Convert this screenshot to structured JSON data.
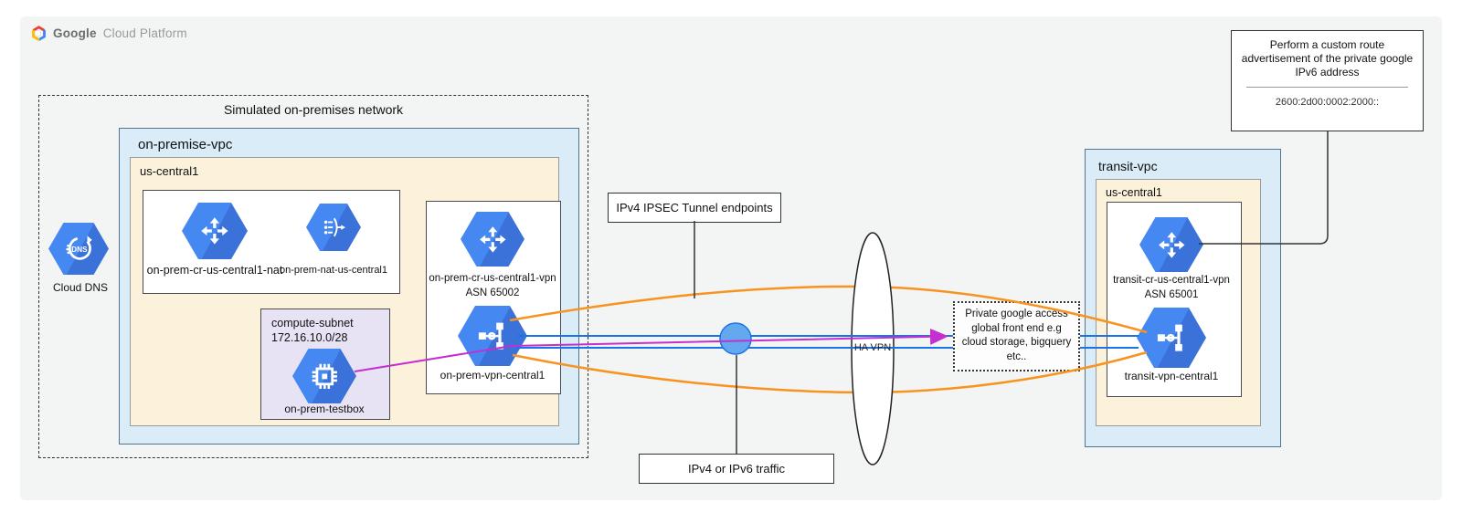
{
  "logo": {
    "part1": "Google",
    "part2": "Cloud Platform"
  },
  "onprem": {
    "title": "Simulated on-premises network",
    "vpc_label": "on-premise-vpc",
    "region_label": "us-central1",
    "router_nat_label": "on-prem-cr-us-central1-nat",
    "nat_label": "on-prem-nat-us-central1",
    "subnet": {
      "name": "compute-subnet",
      "cidr": "172.16.10.0/28",
      "vm_label": "on-prem-testbox"
    },
    "vpn_router_label": "on-prem-cr-us-central1-vpn",
    "vpn_router_asn": "ASN 65002",
    "vpn_gateway_label": "on-prem-vpn-central1"
  },
  "cloud_dns": {
    "label": "Cloud DNS"
  },
  "icons": {
    "dns_text": "DNS"
  },
  "callouts": {
    "ipsec": "IPv4 IPSEC Tunnel endpoints",
    "traffic": "IPv4 or IPv6 traffic",
    "ha_vpn": "HA VPN",
    "pga": {
      "line1": "Private google access",
      "line2": "global front end e.g",
      "line3": "cloud storage, bigquery",
      "line4": "etc.."
    },
    "note": {
      "line1": "Perform a custom route",
      "line2": "advertisement of the private google",
      "line3": "IPv6 address",
      "address": "2600:2d00:0002:2000::"
    }
  },
  "transit": {
    "vpc_label": "transit-vpc",
    "region_label": "us-central1",
    "router_label": "transit-cr-us-central1-vpn",
    "router_asn": "ASN 65001",
    "vpn_gateway_label": "transit-vpn-central1"
  },
  "colors": {
    "hexagon_blue": "#4285f4",
    "tunnel_orange": "#f7931e",
    "traffic_blue": "#1a73e8",
    "ipv6_purple": "#c42fd0",
    "vpc_fill": "#d9ecf7",
    "region_fill": "#fcf2dc",
    "subnet_fill": "#e7e3f4"
  }
}
